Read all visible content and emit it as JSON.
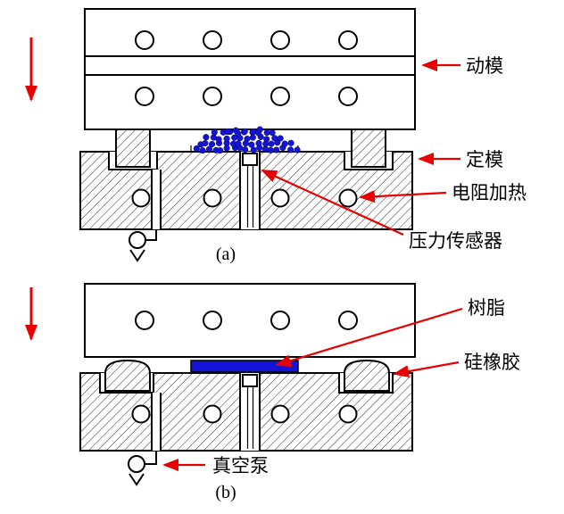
{
  "figure": {
    "panel_a": {
      "caption": "(a)",
      "labels": [
        {
          "id": "moving-mold",
          "text": "动模"
        },
        {
          "id": "fixed-mold",
          "text": "定模"
        },
        {
          "id": "resistance-heating",
          "text": "电阻加热"
        },
        {
          "id": "pressure-sensor",
          "text": "压力传感器"
        }
      ]
    },
    "panel_b": {
      "caption": "(b)",
      "labels": [
        {
          "id": "resin",
          "text": "树脂"
        },
        {
          "id": "silicone-rubber",
          "text": "硅橡胶"
        },
        {
          "id": "vacuum-pump",
          "text": "真空泵"
        }
      ]
    },
    "colors": {
      "outline": "#000000",
      "annotation_arrow": "#e80000",
      "resin_fill": "#1414d8",
      "background": "#ffffff"
    }
  }
}
